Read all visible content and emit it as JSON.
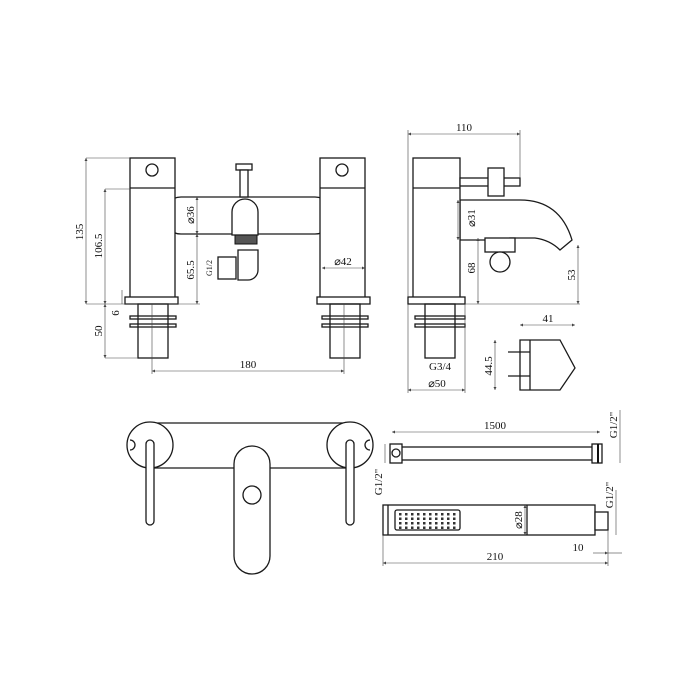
{
  "drawing": {
    "front_view": {
      "d_135": "135",
      "d_106_5": "106.5",
      "d_65_5": "65.5",
      "d_36": "⌀36",
      "d_42": "⌀42",
      "d_6": "6",
      "d_50": "50",
      "d_180": "180",
      "g12": "G1/2"
    },
    "side_view": {
      "d_110": "110",
      "d_31": "⌀31",
      "d_68": "68",
      "d_53": "53",
      "g34": "G3/4",
      "d_50": "⌀50"
    },
    "bracket": {
      "d_41": "41",
      "d_44_5": "44.5"
    },
    "hose": {
      "d_1500": "1500",
      "g12_right": "G1/2\"",
      "g12_left": "G1/2\""
    },
    "handset": {
      "d_28": "⌀28",
      "d_10": "10",
      "d_210": "210",
      "g12": "G1/2\""
    }
  }
}
